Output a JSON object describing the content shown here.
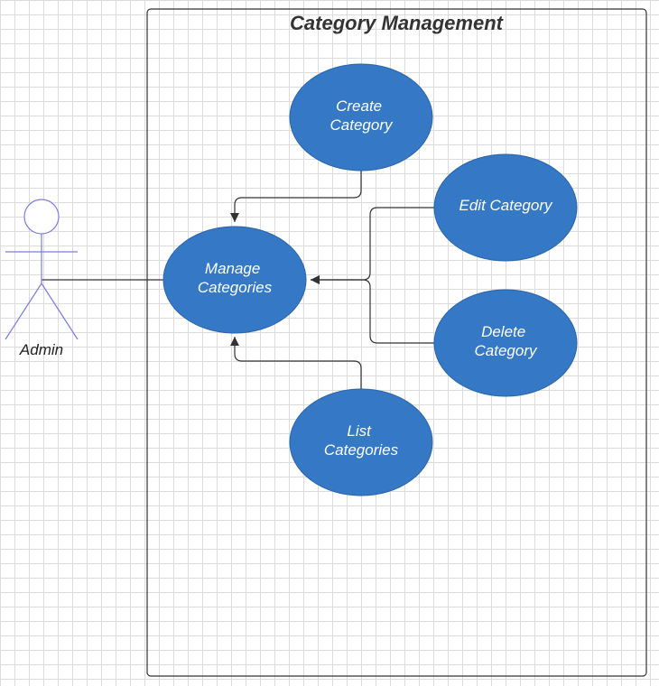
{
  "diagram": {
    "system": {
      "title": "Category Management"
    },
    "actor": {
      "label": "Admin"
    },
    "use_cases": {
      "manage": {
        "line1": "Manage",
        "line2": "Categories"
      },
      "create": {
        "line1": "Create",
        "line2": "Category"
      },
      "edit": {
        "line1": "Edit Category"
      },
      "delete": {
        "line1": "Delete",
        "line2": "Category"
      },
      "list": {
        "line1": "List",
        "line2": "Categories"
      }
    }
  },
  "colors": {
    "use_case_fill": "#3478c6",
    "use_case_stroke": "#2a64a8",
    "use_case_text": "#ffffff",
    "actor_stroke": "#7b7be6",
    "connector": "#333333",
    "boundary": "#333333",
    "grid": "#dcdcdc"
  }
}
